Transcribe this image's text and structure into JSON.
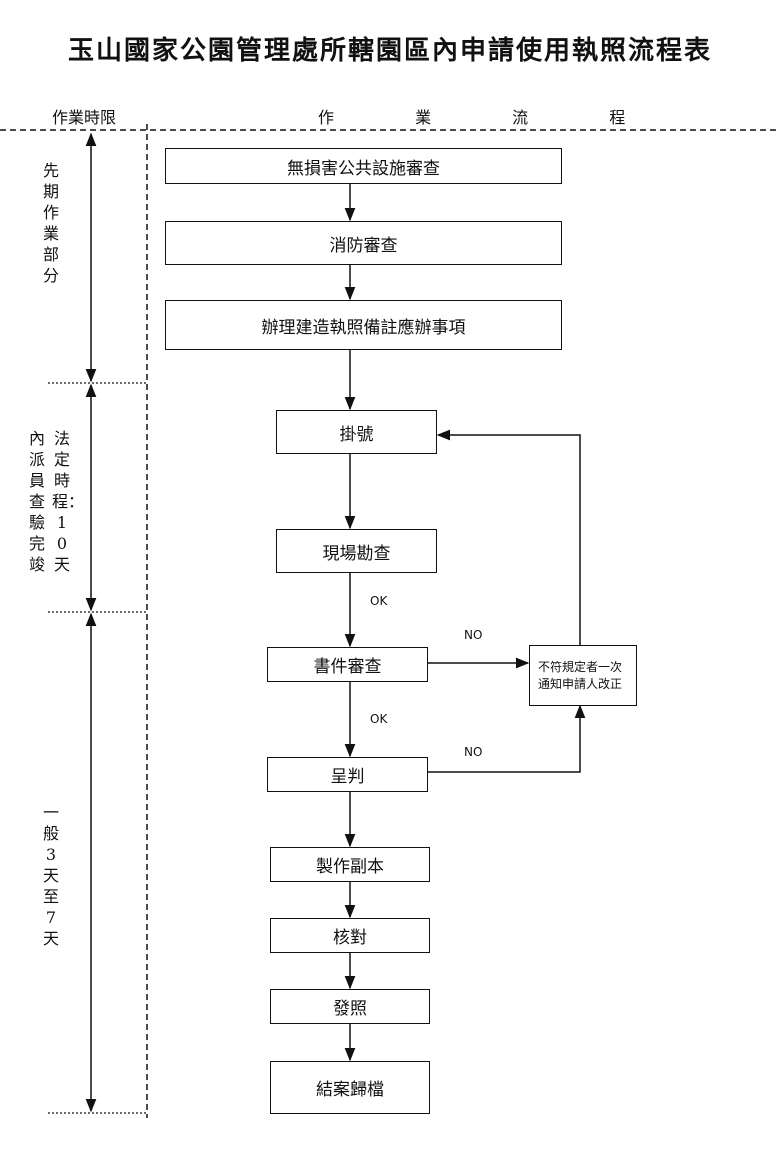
{
  "title": "玉山國家公園管理處所轄園區內申請使用執照流程表",
  "columns": {
    "time_header": "作業時限",
    "flow_header": "作 業 流 程"
  },
  "phases": {
    "phase1": "先期作業部分",
    "phase2_col1": "法定時程：10天",
    "phase2_col2": "內派員查驗完竣",
    "phase3": "一般3天至7天"
  },
  "steps": {
    "s1": "無損害公共設施審查",
    "s2": "消防審查",
    "s3": "辦理建造執照備註應辦事項",
    "s4": "掛號",
    "s5": "現場勘查",
    "s6": "書件審查",
    "s7": "呈判",
    "s8": "製作副本",
    "s9": "核對",
    "s10": "發照",
    "s11": "結案歸檔",
    "side_box": "不符規定者一次通知申請人改正"
  },
  "labels": {
    "ok1": "OK",
    "ok2": "OK",
    "no1": "NO",
    "no2": "NO"
  }
}
